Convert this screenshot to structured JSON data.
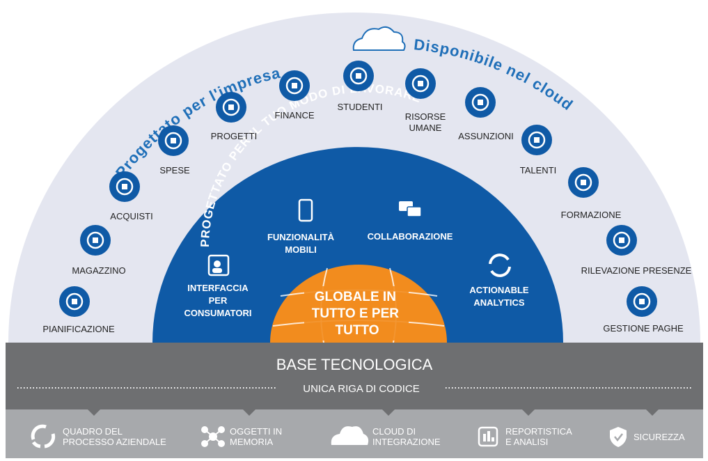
{
  "colors": {
    "outer_arc": "#e4e6f0",
    "outer_text": "#1f6fb8",
    "inner_arc": "#0f5aa6",
    "core": "#f28c1e",
    "base_dark": "#6e6f71",
    "base_light": "#a7a9ac",
    "white": "#ffffff",
    "label": "#222222"
  },
  "outer_arc": {
    "title_left": "Progettato per l'impresa",
    "title_right": "Disponibile nel cloud",
    "cloud_icon": "cloud-outline-icon",
    "items": [
      {
        "label": "PIANIFICAZIONE",
        "icon": "compass-icon"
      },
      {
        "label": "MAGAZZINO",
        "icon": "box-barcode-icon"
      },
      {
        "label": "ACQUISTI",
        "icon": "cart-plus-icon"
      },
      {
        "label": "SPESE",
        "icon": "calculator-icon"
      },
      {
        "label": "PROGETTI",
        "icon": "checklist-icon"
      },
      {
        "label": "FINANCE",
        "icon": "pie-star-icon"
      },
      {
        "label": "STUDENTI",
        "icon": "graduates-icon"
      },
      {
        "label": "RISORSE UMANE",
        "icon": "person-folder-icon"
      },
      {
        "label": "ASSUNZIONI",
        "icon": "person-add-icon"
      },
      {
        "label": "TALENTI",
        "icon": "person-search-icon"
      },
      {
        "label": "FORMAZIONE",
        "icon": "person-laptop-icon"
      },
      {
        "label": "RILEVAZIONE PRESENZE",
        "icon": "clock-refresh-icon"
      },
      {
        "label": "GESTIONE PAGHE",
        "icon": "calendar-grid-icon"
      }
    ]
  },
  "inner_arc": {
    "title": "PROGETTATO PER IL TUO MODO DI LAVORARE",
    "items": [
      {
        "label": "INTERFACCIA PER CONSUMATORI",
        "icon": "user-window-icon"
      },
      {
        "label": "FUNZIONALITÀ MOBILI",
        "icon": "smartphone-icon"
      },
      {
        "label": "COLLABORAZIONE",
        "icon": "chat-bubbles-icon"
      },
      {
        "label": "ACTIONABLE ANALYTICS",
        "icon": "cycle-arrows-icon"
      }
    ]
  },
  "core": {
    "text": "GLOBALE IN TUTTO E PER TUTTO",
    "icon": "globe-icon"
  },
  "base": {
    "title": "BASE TECNOLOGICA",
    "subtitle": "UNICA RIGA DI CODICE",
    "features": [
      {
        "label": "QUADRO DEL PROCESSO AZIENDALE",
        "icon": "process-cycle-icon"
      },
      {
        "label": "OGGETTI IN MEMORIA",
        "icon": "molecule-icon"
      },
      {
        "label": "CLOUD DI INTEGRAZIONE",
        "icon": "cloud-integration-icon"
      },
      {
        "label": "REPORTISTICA E ANALISI",
        "icon": "report-chart-icon"
      },
      {
        "label": "SICUREZZA",
        "icon": "shield-check-icon"
      }
    ]
  }
}
